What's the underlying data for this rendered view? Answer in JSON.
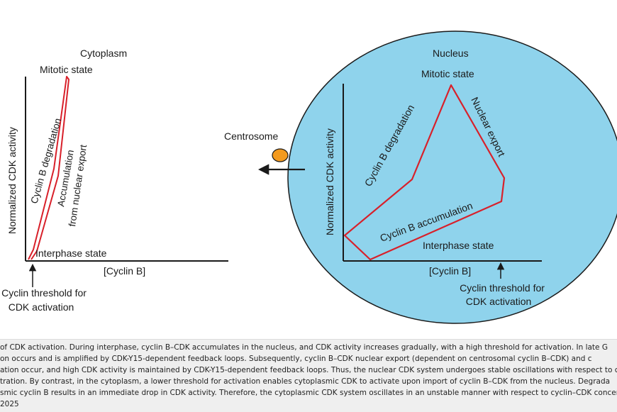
{
  "colors": {
    "curve": "#d8202a",
    "axis": "#1a1a1a",
    "nucleus_fill": "#8fd3ec",
    "centrosome": "#f39a1e",
    "caption_bg": "#efefef"
  },
  "cytoplasm": {
    "title": "Cytoplasm",
    "mitotic_state": "Mitotic state",
    "y_axis_label": "Normalized CDK activity",
    "x_axis_label": "[Cyclin B]",
    "degradation_label": "Cyclin B degradation",
    "accumulation_line1": "Accumulation",
    "accumulation_line2": "from nuclear export",
    "interphase_state": "Interphase state",
    "threshold_line1": "Cyclin threshold for",
    "threshold_line2": "CDK activation"
  },
  "centrosome": {
    "label": "Centrosome"
  },
  "nucleus": {
    "title": "Nucleus",
    "mitotic_state": "Mitotic state",
    "y_axis_label": "Normalized CDK activity",
    "x_axis_label": "[Cyclin B]",
    "degradation_label": "Cyclin B degradation",
    "export_label": "Nuclear export",
    "accumulation_label": "Cyclin B accumulation",
    "interphase_state": "Interphase state",
    "threshold_line1": "Cyclin threshold for",
    "threshold_line2": "CDK activation"
  },
  "caption": {
    "line1": "of CDK activation. During interphase, cyclin B–CDK accumulates in the nucleus, and CDK activity increases gradually, with a high threshold for activation. In late G",
    "line2": "on occurs and is amplified by CDK-Y15-dependent feedback loops. Subsequently, cyclin B–CDK nuclear export (dependent on centrosomal cyclin B–CDK) and c",
    "line3": "ation occur, and high CDK activity is maintained by CDK-Y15-dependent feedback loops. Thus, the nuclear CDK system undergoes stable oscillations with respect to cyclin",
    "line4": "tration. By contrast, in the cytoplasm, a lower threshold for activation enables cytoplasmic CDK to activate upon import of cyclin B–CDK from the nucleus. Degrada",
    "line5": "smic cyclin B results in an immediate drop in CDK activity. Therefore, the cytoplasmic CDK system oscillates in an unstable manner with respect to cyclin–CDK concen",
    "line6": "2025"
  }
}
